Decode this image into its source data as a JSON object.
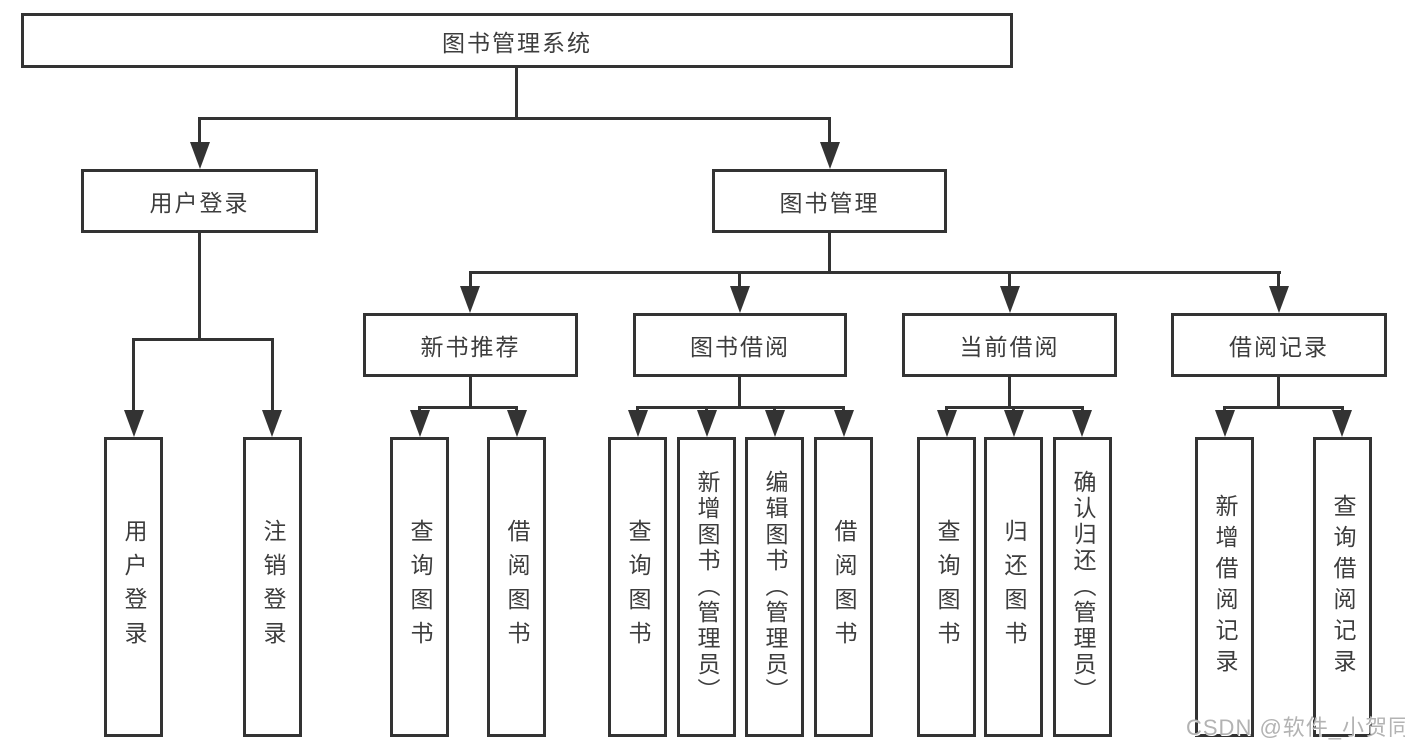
{
  "nodes": {
    "root": "图书管理系统",
    "user_login": "用户登录",
    "book_mgmt": "图书管理",
    "new_book": "新书推荐",
    "book_borrow": "图书借阅",
    "current_borrow": "当前借阅",
    "borrow_records": "借阅记录",
    "leaves_user": [
      "用户登录",
      "注销登录"
    ],
    "leaves_new_book": [
      "查询图书",
      "借阅图书"
    ],
    "leaves_borrow": [
      "查询图书",
      "新增图书（管理员）",
      "编辑图书（管理员）",
      "借阅图书"
    ],
    "leaves_current": [
      "查询图书",
      "归还图书",
      "确认归还（管理员）"
    ],
    "leaves_records": [
      "新增借阅记录",
      "查询借阅记录"
    ]
  },
  "watermark": "CSDN @软件_小贺同学",
  "colors": {
    "line": "#333333",
    "text": "#3d3d3d",
    "watermark": "#b3b3b3"
  }
}
